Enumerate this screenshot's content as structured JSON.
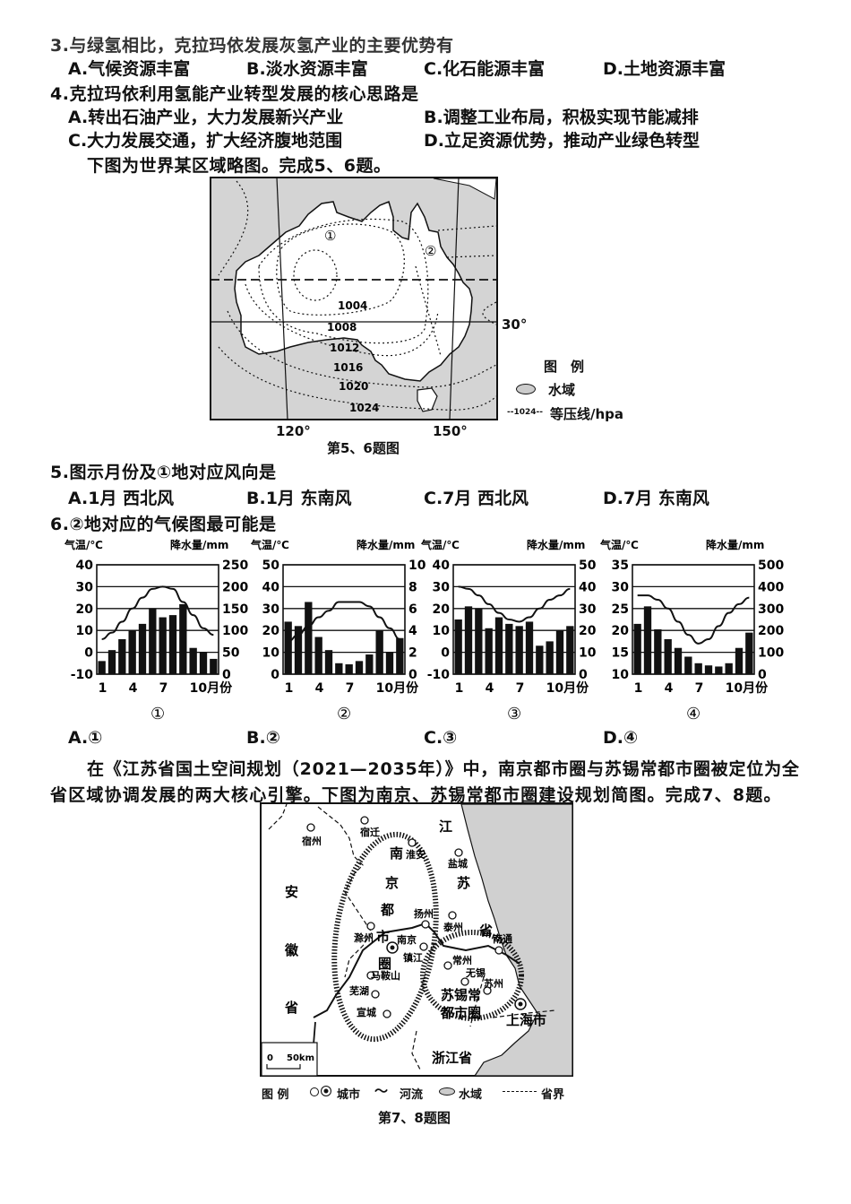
{
  "q3": {
    "stem": "3.与绿氢相比，克拉玛依发展灰氢产业的主要优势有",
    "options": [
      "A.气候资源丰富",
      "B.淡水资源丰富",
      "C.化石能源丰富",
      "D.土地资源丰富"
    ]
  },
  "q4": {
    "stem": "4.克拉玛依利用氢能产业转型发展的核心思路是",
    "options": [
      "A.转出石油产业，大力发展新兴产业",
      "B.调整工业布局，积极实现节能减排",
      "C.大力发展交通，扩大经济腹地范围",
      "D.立足资源优势，推动产业绿色转型"
    ]
  },
  "intro56": "下图为世界某区域略图。完成5、6题。",
  "map1": {
    "caption": "第5、6题图",
    "isobars": [
      "1004",
      "1008",
      "1012",
      "1016",
      "1020",
      "1024"
    ],
    "markers": [
      "①",
      "②"
    ],
    "lat_label": "30°",
    "lon_labels": [
      "120°",
      "150°"
    ],
    "legend": {
      "title": "图　例",
      "water": "水域",
      "isobar_sample": "1024",
      "isobar": "等压线/hpa"
    }
  },
  "q5": {
    "stem": "5.图示月份及①地对应风向是",
    "options": [
      "A.1月  西北风",
      "B.1月  东南风",
      "C.7月  西北风",
      "D.7月  东南风"
    ]
  },
  "q6": {
    "stem": "6.②地对应的气候图最可能是",
    "options": [
      "A.①",
      "B.②",
      "C.③",
      "D.④"
    ]
  },
  "chart_data": [
    {
      "type": "bar+line",
      "label": "①",
      "left_axis": "气温/℃",
      "right_axis": "降水量/mm",
      "left_ticks": [
        "40",
        "30",
        "20",
        "10",
        "0",
        "-10"
      ],
      "right_ticks": [
        "250",
        "200",
        "150",
        "100",
        "50",
        "0"
      ],
      "x_ticks": [
        "1",
        "4",
        "7",
        "10月份"
      ],
      "temperature": [
        6,
        9,
        14,
        20,
        25,
        29,
        30,
        29,
        23,
        17,
        11,
        8
      ],
      "precipitation": [
        30,
        55,
        80,
        100,
        115,
        150,
        130,
        135,
        160,
        60,
        50,
        35
      ]
    },
    {
      "type": "bar+line",
      "label": "②",
      "left_axis": "气温/℃",
      "right_axis": "降水量/mm",
      "left_ticks": [
        "50",
        "40",
        "30",
        "20",
        "10",
        "0"
      ],
      "right_ticks": [
        "10",
        "8",
        "6",
        "4",
        "2",
        "0"
      ],
      "x_ticks": [
        "1",
        "4",
        "7",
        "10月份"
      ],
      "temperature": [
        15,
        18,
        22,
        26,
        29,
        33,
        33,
        33,
        31,
        26,
        21,
        16
      ],
      "precipitation": [
        4.8,
        4.4,
        6.6,
        3.4,
        2.2,
        1.0,
        0.9,
        1.2,
        1.8,
        4.0,
        2.0,
        3.3
      ]
    },
    {
      "type": "bar+line",
      "label": "③",
      "left_axis": "气温/℃",
      "right_axis": "降水量/mm",
      "left_ticks": [
        "40",
        "30",
        "20",
        "10",
        "0",
        "-10"
      ],
      "right_ticks": [
        "50",
        "40",
        "30",
        "20",
        "10",
        "0"
      ],
      "x_ticks": [
        "1",
        "4",
        "7",
        "10月份"
      ],
      "temperature": [
        30,
        29,
        26,
        22,
        18,
        15,
        14,
        16,
        20,
        24,
        26,
        29
      ],
      "precipitation": [
        25,
        31,
        30,
        21,
        26,
        23,
        22,
        24,
        13,
        15,
        20,
        22
      ]
    },
    {
      "type": "bar+line",
      "label": "④",
      "left_axis": "气温/℃",
      "right_axis": "降水量/mm",
      "left_ticks": [
        "35",
        "30",
        "25",
        "20",
        "15",
        "10"
      ],
      "right_ticks": [
        "500",
        "400",
        "300",
        "200",
        "100",
        "0"
      ],
      "x_ticks": [
        "1",
        "4",
        "7",
        "10月份"
      ],
      "temperature": [
        28,
        28,
        27,
        25,
        22,
        19,
        17,
        18,
        21,
        24,
        26,
        27.5
      ],
      "precipitation": [
        230,
        310,
        205,
        160,
        120,
        80,
        50,
        40,
        35,
        50,
        120,
        190
      ]
    }
  ],
  "intro78": {
    "line1": "在《江苏省国土空间规划（2021—2035年）》中，南京都市圈与苏锡常都市圈被定位为全",
    "line2": "省区域协调发展的两大核心引擎。下图为南京、苏锡常都市圈建设规划简图。完成7、8题。"
  },
  "map2": {
    "caption": "第7、8题图",
    "cities": [
      "宿迁",
      "宿州",
      "淮安",
      "盐城",
      "扬州",
      "泰州",
      "滁州",
      "南京",
      "镇江",
      "南通",
      "常州",
      "无锡",
      "苏州",
      "马鞍山",
      "芜湖",
      "宣城",
      "上海市"
    ],
    "regions": {
      "anhui": [
        "安",
        "徽",
        "省"
      ],
      "jiangsu": [
        "江",
        "苏",
        "省"
      ],
      "zhejiang": "浙江省",
      "nanjing_circle": [
        "南",
        "京",
        "都",
        "市",
        "圈"
      ],
      "sxc_circle": [
        "苏锡常",
        "都市圈"
      ]
    },
    "scale": {
      "zero": "0",
      "dist": "50km"
    },
    "legend": {
      "title": "图 例",
      "city": "城市",
      "river": "河流",
      "water": "水域",
      "border": "省界"
    }
  }
}
